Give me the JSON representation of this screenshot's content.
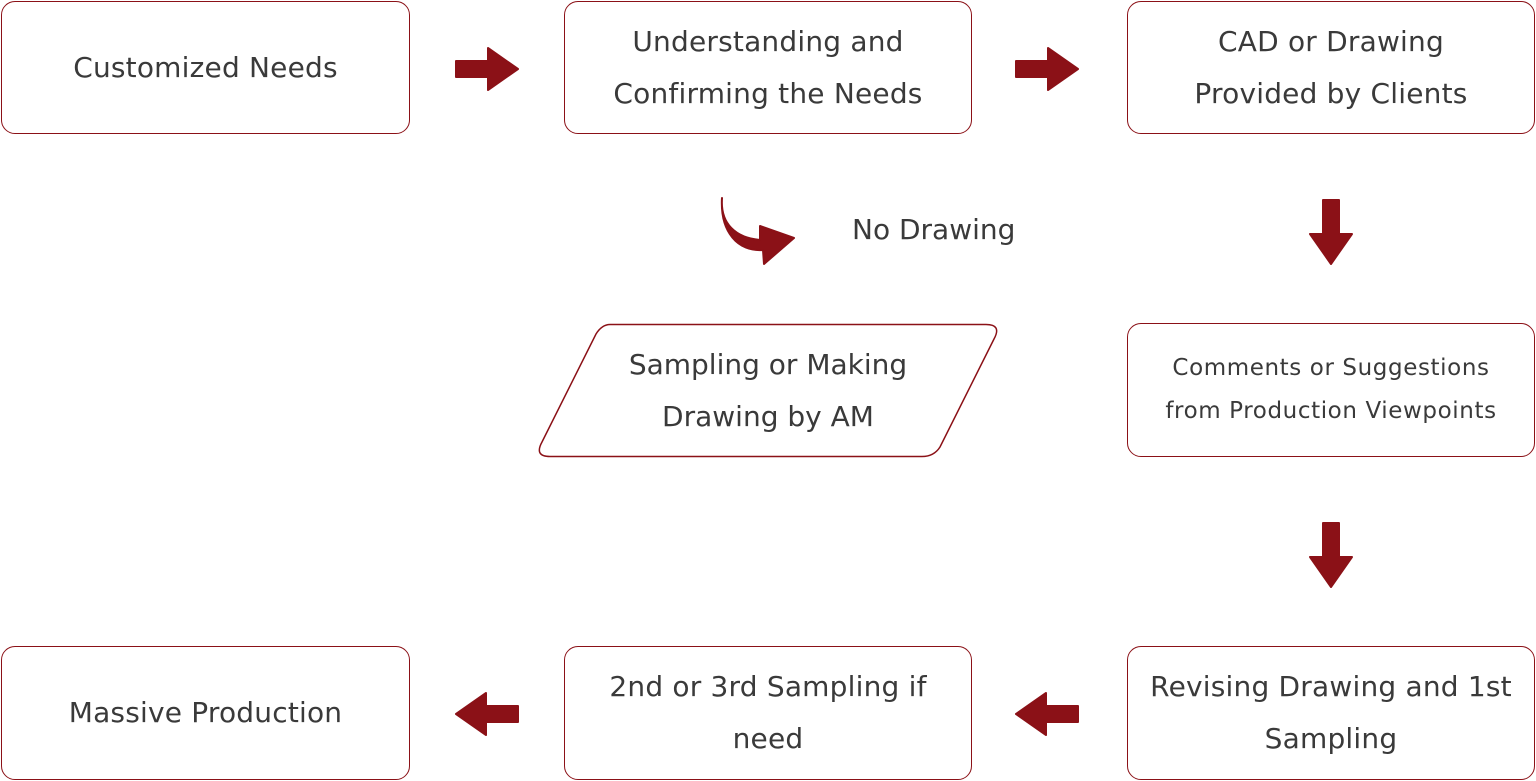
{
  "theme": {
    "accent": "#8b1117",
    "text": "#3a3a3a",
    "border": "#8b1117"
  },
  "steps": {
    "customized_needs": "Customized Needs",
    "understanding": "Understanding and Confirming the Needs",
    "cad_drawing": "CAD or Drawing Provided by Clients",
    "no_drawing": "No Drawing",
    "sampling_am": "Sampling or Making Drawing by AM",
    "comments": "Comments or Suggestions from Production Viewpoints",
    "revising": "Revising Drawing and 1st Sampling",
    "second_sampling": "2nd or 3rd Sampling if need",
    "massive_production": "Massive Production"
  },
  "icons": {
    "arrow_right": "arrow-right-icon",
    "arrow_left": "arrow-left-icon",
    "arrow_down": "arrow-down-icon",
    "curved_arrow": "curved-arrow-icon"
  }
}
